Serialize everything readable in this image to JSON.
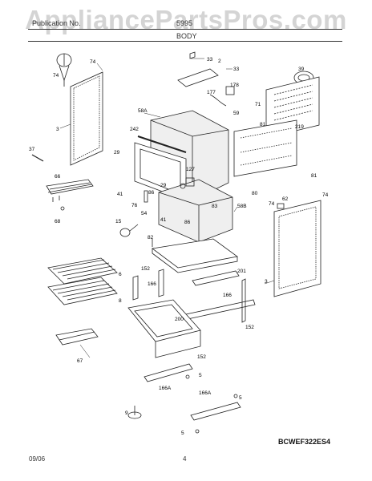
{
  "watermark": "AppliancePartsPros.com",
  "header": {
    "left": "Publication No.",
    "code": "5995",
    "section": "BODY"
  },
  "footer": {
    "date": "09/06",
    "page": "4"
  },
  "diagram_code": "BCWEF322ES4",
  "callouts": {
    "c74a": "74",
    "c74b": "74",
    "c74c": "74",
    "c74d": "74",
    "c3a": "3",
    "c3b": "3",
    "c33a": "33",
    "c33b": "33",
    "c2": "2",
    "c178": "178",
    "c177": "177",
    "c59": "59",
    "c39": "39",
    "c71": "71",
    "c81a": "81",
    "c81b": "81",
    "c219": "219",
    "c58a": "58A",
    "c58b": "58B",
    "c242": "242",
    "c29a": "29",
    "c29b": "29",
    "c127": "127",
    "c37": "37",
    "c66": "66",
    "c68": "68",
    "c41a": "41",
    "c41b": "41",
    "c86a": "86",
    "c86b": "86",
    "c76": "76",
    "c15": "15",
    "c54": "54",
    "c83": "83",
    "c80": "80",
    "c62": "62",
    "c82": "82",
    "c152a": "152",
    "c152b": "152",
    "c152c": "152",
    "c166a": "166",
    "c166b": "166",
    "c201": "201",
    "c6": "6",
    "c8": "8",
    "c200": "200",
    "c67": "67",
    "c166Aa": "166A",
    "c166Ab": "166A",
    "c5a": "5",
    "c5b": "5",
    "c5c": "5",
    "c9": "9"
  }
}
